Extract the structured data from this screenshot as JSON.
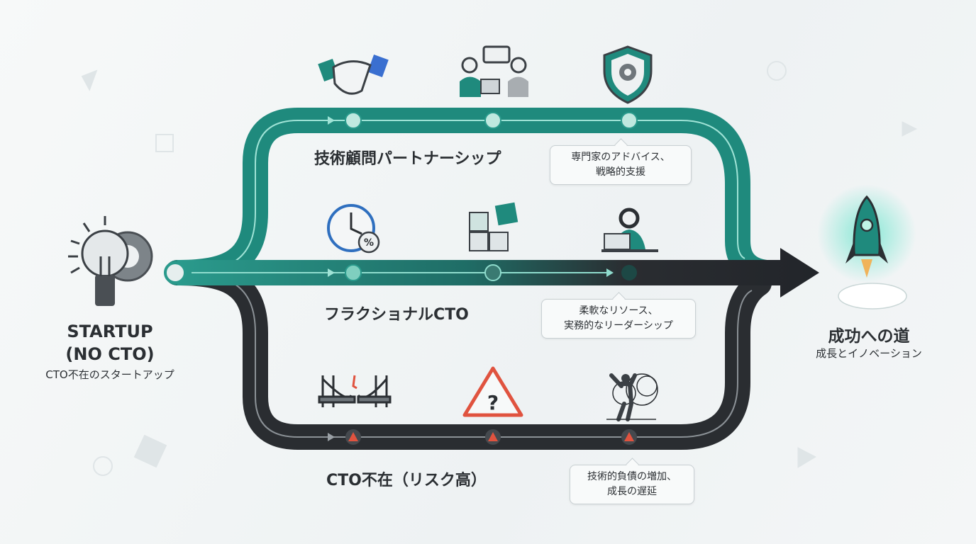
{
  "start": {
    "title_line1": "STARTUP",
    "title_line2": "(NO CTO)",
    "subtitle": "CTO不在のスタートアップ"
  },
  "routes": [
    {
      "name": "技術顧問パートナーシップ",
      "note_line1": "専門家のアドバイス、",
      "note_line2": "戦略的支援",
      "icons": [
        "handshake-icon",
        "meeting-icon",
        "shield-gear-icon"
      ]
    },
    {
      "name": "フラクショナルCTO",
      "note_line1": "柔軟なリソース、",
      "note_line2": "実務的なリーダーシップ",
      "icons": [
        "clock-percent-icon",
        "puzzle-icon",
        "headset-worker-icon"
      ]
    },
    {
      "name": "CTO不在（リスク高）",
      "note_line1": "技術的負債の増加、",
      "note_line2": "成長の遅延",
      "icons": [
        "broken-bridge-icon",
        "warning-question-icon",
        "tangled-stress-icon"
      ]
    }
  ],
  "goal": {
    "title": "成功への道",
    "subtitle": "成長とイノベーション"
  },
  "colors": {
    "teal": "#1f8a7d",
    "dark": "#2a2d31",
    "accent": "#3fe0c0",
    "warning": "#e0533f"
  }
}
